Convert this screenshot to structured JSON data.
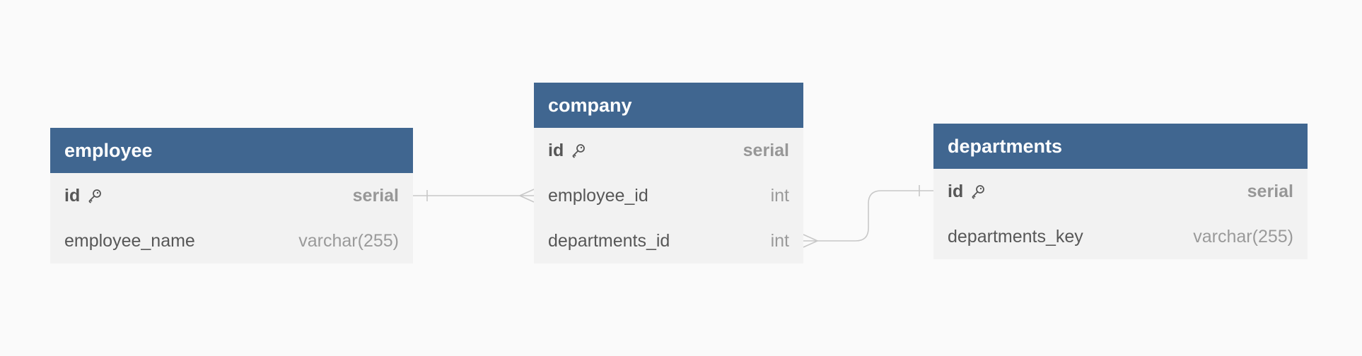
{
  "colors": {
    "background": "#fafafa",
    "header": "#406690",
    "header_text": "#ffffff",
    "row_background": "#f2f2f2",
    "field_name": "#575757",
    "field_type": "#9a9a9a",
    "connector": "#c8c8c8"
  },
  "tables": {
    "employee": {
      "name": "employee",
      "fields": [
        {
          "name": "id",
          "type": "serial",
          "primary_key": true,
          "icon": "key-icon"
        },
        {
          "name": "employee_name",
          "type": "varchar(255)",
          "primary_key": false
        }
      ]
    },
    "company": {
      "name": "company",
      "fields": [
        {
          "name": "id",
          "type": "serial",
          "primary_key": true,
          "icon": "key-icon"
        },
        {
          "name": "employee_id",
          "type": "int",
          "primary_key": false
        },
        {
          "name": "departments_id",
          "type": "int",
          "primary_key": false
        }
      ]
    },
    "departments": {
      "name": "departments",
      "fields": [
        {
          "name": "id",
          "type": "serial",
          "primary_key": true,
          "icon": "key-icon"
        },
        {
          "name": "departments_key",
          "type": "varchar(255)",
          "primary_key": false
        }
      ]
    }
  },
  "relationships": [
    {
      "from": "employee.id",
      "from_cardinality": "one",
      "to": "company.employee_id",
      "to_cardinality": "many"
    },
    {
      "from": "company.departments_id",
      "from_cardinality": "many",
      "to": "departments.id",
      "to_cardinality": "one"
    }
  ]
}
